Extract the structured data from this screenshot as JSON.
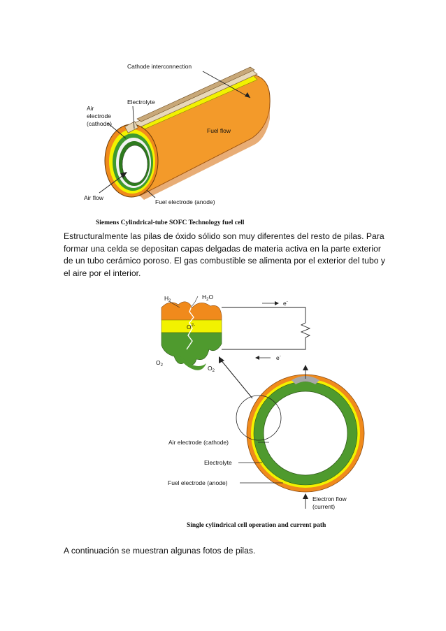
{
  "figure1": {
    "labels": {
      "cathode_interconnection": "Cathode interconnection",
      "electrolyte": "Electrolyte",
      "air_electrode_1": "Air",
      "air_electrode_2": "electrode",
      "air_electrode_3": "(cathode)",
      "fuel_flow": "Fuel flow",
      "air_flow": "Air flow",
      "fuel_electrode": "Fuel electrode (anode)"
    },
    "caption": "Siemens Cylindrical-tube SOFC Technology fuel cell"
  },
  "paragraph1": "Estructuralmente las pilas de óxido sólido son muy diferentes del resto de pilas. Para formar una celda se depositan capas delgadas de materia activa en la parte exterior de un tubo cerámico poroso. El gas combustible se alimenta por el exterior del tubo y el aire por el interior.",
  "figure2": {
    "labels": {
      "h2": "H",
      "h2_sub": "2",
      "h2o": "H",
      "h2o_sub": "2",
      "h2o_tail": "O",
      "o2_ion": "O",
      "o2_ion_sup": "2-",
      "o2_left": "O",
      "o2_left_sub": "2",
      "o2_right": "O",
      "o2_right_sub": "2",
      "electron_top": "e",
      "electron_top_sup": "-",
      "electron_bottom": "e",
      "electron_bottom_sup": "-",
      "air_electrode": "Air electrode (cathode)",
      "electrolyte": "Electrolyte",
      "fuel_electrode": "Fuel electrode (anode)",
      "electron_flow_1": "Electron flow",
      "electron_flow_2": "(current)"
    },
    "caption": "Single cylindrical cell operation and current path"
  },
  "paragraph2": "A continuación se muestran algunas fotos de pilas.",
  "colors": {
    "anode_orange": "#f08a1c",
    "electrolyte_yellow": "#f2f200",
    "cathode_green": "#4f9a2e",
    "cream_interconnect": "#e8d8b8"
  }
}
